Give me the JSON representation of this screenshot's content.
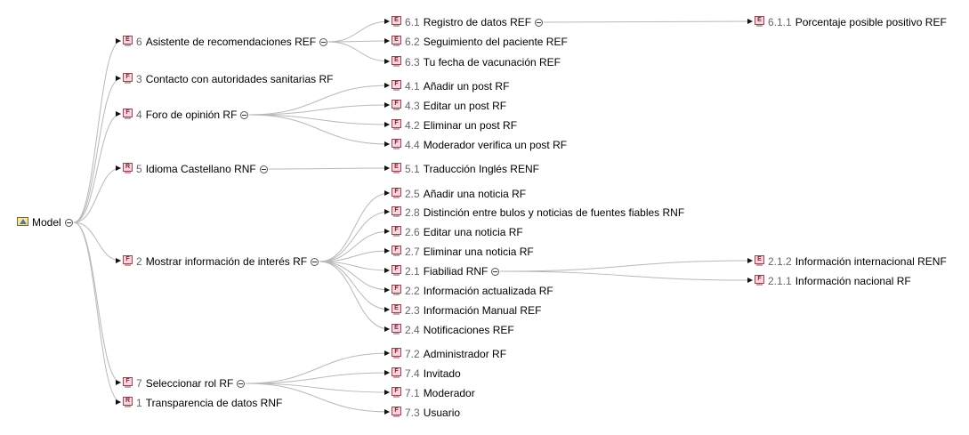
{
  "root": {
    "label": "Model",
    "icon": "model-folder-icon"
  },
  "nodes": {
    "n6": {
      "id": "6",
      "label": "Asistente de recomendaciones REF",
      "badge": "E"
    },
    "n3": {
      "id": "3",
      "label": "Contacto con autoridades sanitarias RF",
      "badge": "F"
    },
    "n4": {
      "id": "4",
      "label": "Foro de opinión RF",
      "badge": "F"
    },
    "n5": {
      "id": "5",
      "label": "Idioma Castellano RNF",
      "badge": "R"
    },
    "n2": {
      "id": "2",
      "label": "Mostrar información de interés RF",
      "badge": "F"
    },
    "n7": {
      "id": "7",
      "label": "Seleccionar rol RF",
      "badge": "F"
    },
    "n1": {
      "id": "1",
      "label": "Transparencia de datos RNF",
      "badge": "R"
    },
    "n61": {
      "id": "6.1",
      "label": "Registro de datos REF",
      "badge": "E"
    },
    "n62": {
      "id": "6.2",
      "label": "Seguimiento del paciente REF",
      "badge": "E"
    },
    "n63": {
      "id": "6.3",
      "label": "Tu fecha de vacunación REF",
      "badge": "E"
    },
    "n611": {
      "id": "6.1.1",
      "label": "Porcentaje posible positivo REF",
      "badge": "E"
    },
    "n41": {
      "id": "4.1",
      "label": "Añadir un post RF",
      "badge": "F"
    },
    "n43": {
      "id": "4.3",
      "label": "Editar un post RF",
      "badge": "F"
    },
    "n42": {
      "id": "4.2",
      "label": "Eliminar un post RF",
      "badge": "F"
    },
    "n44": {
      "id": "4.4",
      "label": "Moderador verifica un post RF",
      "badge": "F"
    },
    "n51": {
      "id": "5.1",
      "label": "Traducción Inglés RENF",
      "badge": "E"
    },
    "n25": {
      "id": "2.5",
      "label": "Añadir una noticia RF",
      "badge": "F"
    },
    "n28": {
      "id": "2.8",
      "label": "Distinción entre bulos y noticias de fuentes fiables RNF",
      "badge": "F"
    },
    "n26": {
      "id": "2.6",
      "label": "Editar una noticia RF",
      "badge": "F"
    },
    "n27": {
      "id": "2.7",
      "label": "Eliminar una noticia RF",
      "badge": "F"
    },
    "n21": {
      "id": "2.1",
      "label": "Fiabiliad RNF",
      "badge": "F"
    },
    "n22": {
      "id": "2.2",
      "label": "Información actualizada RF",
      "badge": "F"
    },
    "n23": {
      "id": "2.3",
      "label": "Información Manual REF",
      "badge": "E"
    },
    "n24": {
      "id": "2.4",
      "label": "Notificaciones REF",
      "badge": "E"
    },
    "n212": {
      "id": "2.1.2",
      "label": "Información internacional RENF",
      "badge": "E"
    },
    "n211": {
      "id": "2.1.1",
      "label": "Información nacional RF",
      "badge": "F"
    },
    "n72": {
      "id": "7.2",
      "label": "Administrador RF",
      "badge": "F"
    },
    "n74": {
      "id": "7.4",
      "label": "Invitado",
      "badge": "F"
    },
    "n71": {
      "id": "7.1",
      "label": "Moderador",
      "badge": "F"
    },
    "n73": {
      "id": "7.3",
      "label": "Usuario",
      "badge": "F"
    }
  },
  "edges": [
    [
      "root",
      "n6"
    ],
    [
      "root",
      "n3"
    ],
    [
      "root",
      "n4"
    ],
    [
      "root",
      "n5"
    ],
    [
      "root",
      "n2"
    ],
    [
      "root",
      "n7"
    ],
    [
      "root",
      "n1"
    ],
    [
      "n6",
      "n61"
    ],
    [
      "n6",
      "n62"
    ],
    [
      "n6",
      "n63"
    ],
    [
      "n61",
      "n611"
    ],
    [
      "n4",
      "n41"
    ],
    [
      "n4",
      "n43"
    ],
    [
      "n4",
      "n42"
    ],
    [
      "n4",
      "n44"
    ],
    [
      "n5",
      "n51"
    ],
    [
      "n2",
      "n25"
    ],
    [
      "n2",
      "n28"
    ],
    [
      "n2",
      "n26"
    ],
    [
      "n2",
      "n27"
    ],
    [
      "n2",
      "n21"
    ],
    [
      "n2",
      "n22"
    ],
    [
      "n2",
      "n23"
    ],
    [
      "n2",
      "n24"
    ],
    [
      "n21",
      "n212"
    ],
    [
      "n21",
      "n211"
    ],
    [
      "n7",
      "n72"
    ],
    [
      "n7",
      "n74"
    ],
    [
      "n7",
      "n71"
    ],
    [
      "n7",
      "n73"
    ]
  ],
  "colors": {
    "edge": "#b8b8b8",
    "arrow": "#111111",
    "badge_fill": "#f3d7dc",
    "badge_border": "#8a4a56"
  }
}
